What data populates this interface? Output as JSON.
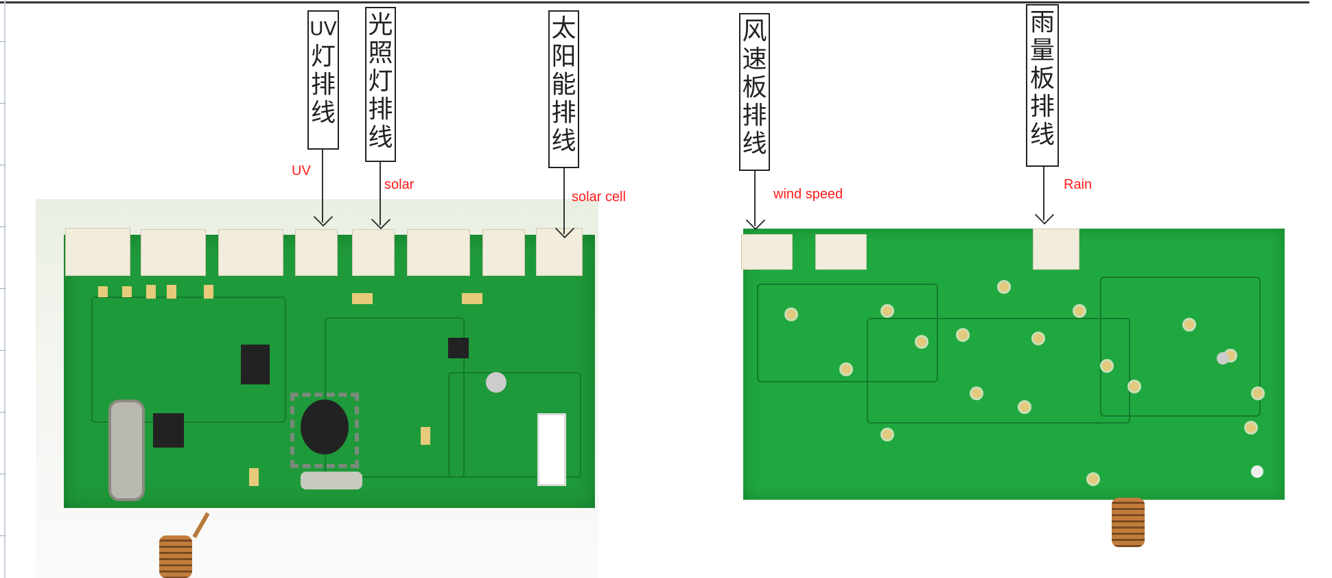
{
  "labels": [
    {
      "id": "uv",
      "chinese": [
        "UV",
        "灯",
        "排",
        "线"
      ],
      "english": "UV"
    },
    {
      "id": "light",
      "chinese": [
        "光",
        "照",
        "灯",
        "排",
        "线"
      ],
      "english": "solar"
    },
    {
      "id": "solar-cell",
      "chinese": [
        "太",
        "阳",
        "能",
        "排",
        "线"
      ],
      "english": "solar cell"
    },
    {
      "id": "wind",
      "chinese": [
        "风",
        "速",
        "板",
        "排",
        "线"
      ],
      "english": "wind speed"
    },
    {
      "id": "rain",
      "chinese": [
        "雨",
        "量",
        "板",
        "排",
        "线"
      ],
      "english": "Rain"
    }
  ],
  "colors": {
    "annotation": "#ff1a1a",
    "pcb": "#1f9a3a",
    "box_border": "#222222"
  }
}
